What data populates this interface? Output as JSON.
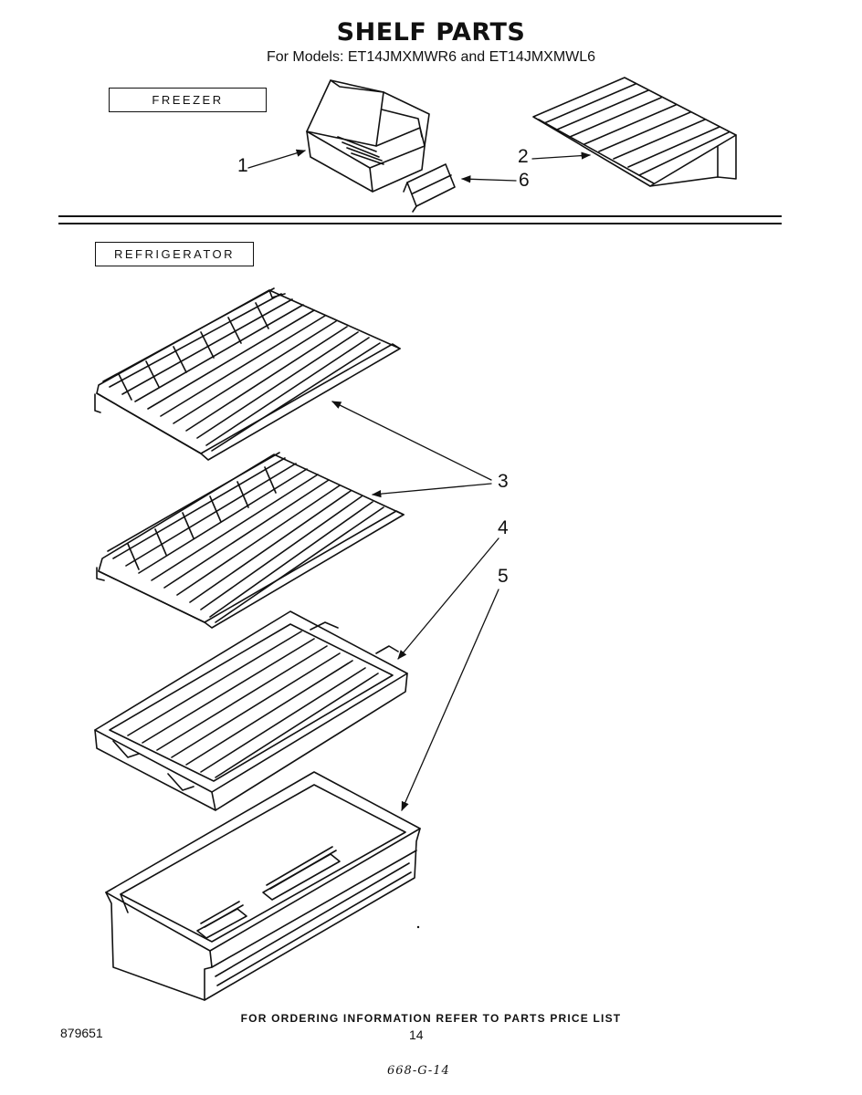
{
  "header": {
    "title": "SHELF PARTS",
    "subtitle": "For Models: ET14JMXMWR6 and ET14JMXMWL6"
  },
  "sections": {
    "freezer": "FREEZER",
    "refrigerator": "REFRIGERATOR"
  },
  "callouts": {
    "c1": "1",
    "c2": "2",
    "c3": "3",
    "c4": "4",
    "c5": "5",
    "c6": "6"
  },
  "footer": {
    "ordering_note": "FOR ORDERING INFORMATION REFER TO PARTS PRICE LIST",
    "doc_number": "879651",
    "page_number": "14",
    "handwritten_note": "668-G-14"
  }
}
